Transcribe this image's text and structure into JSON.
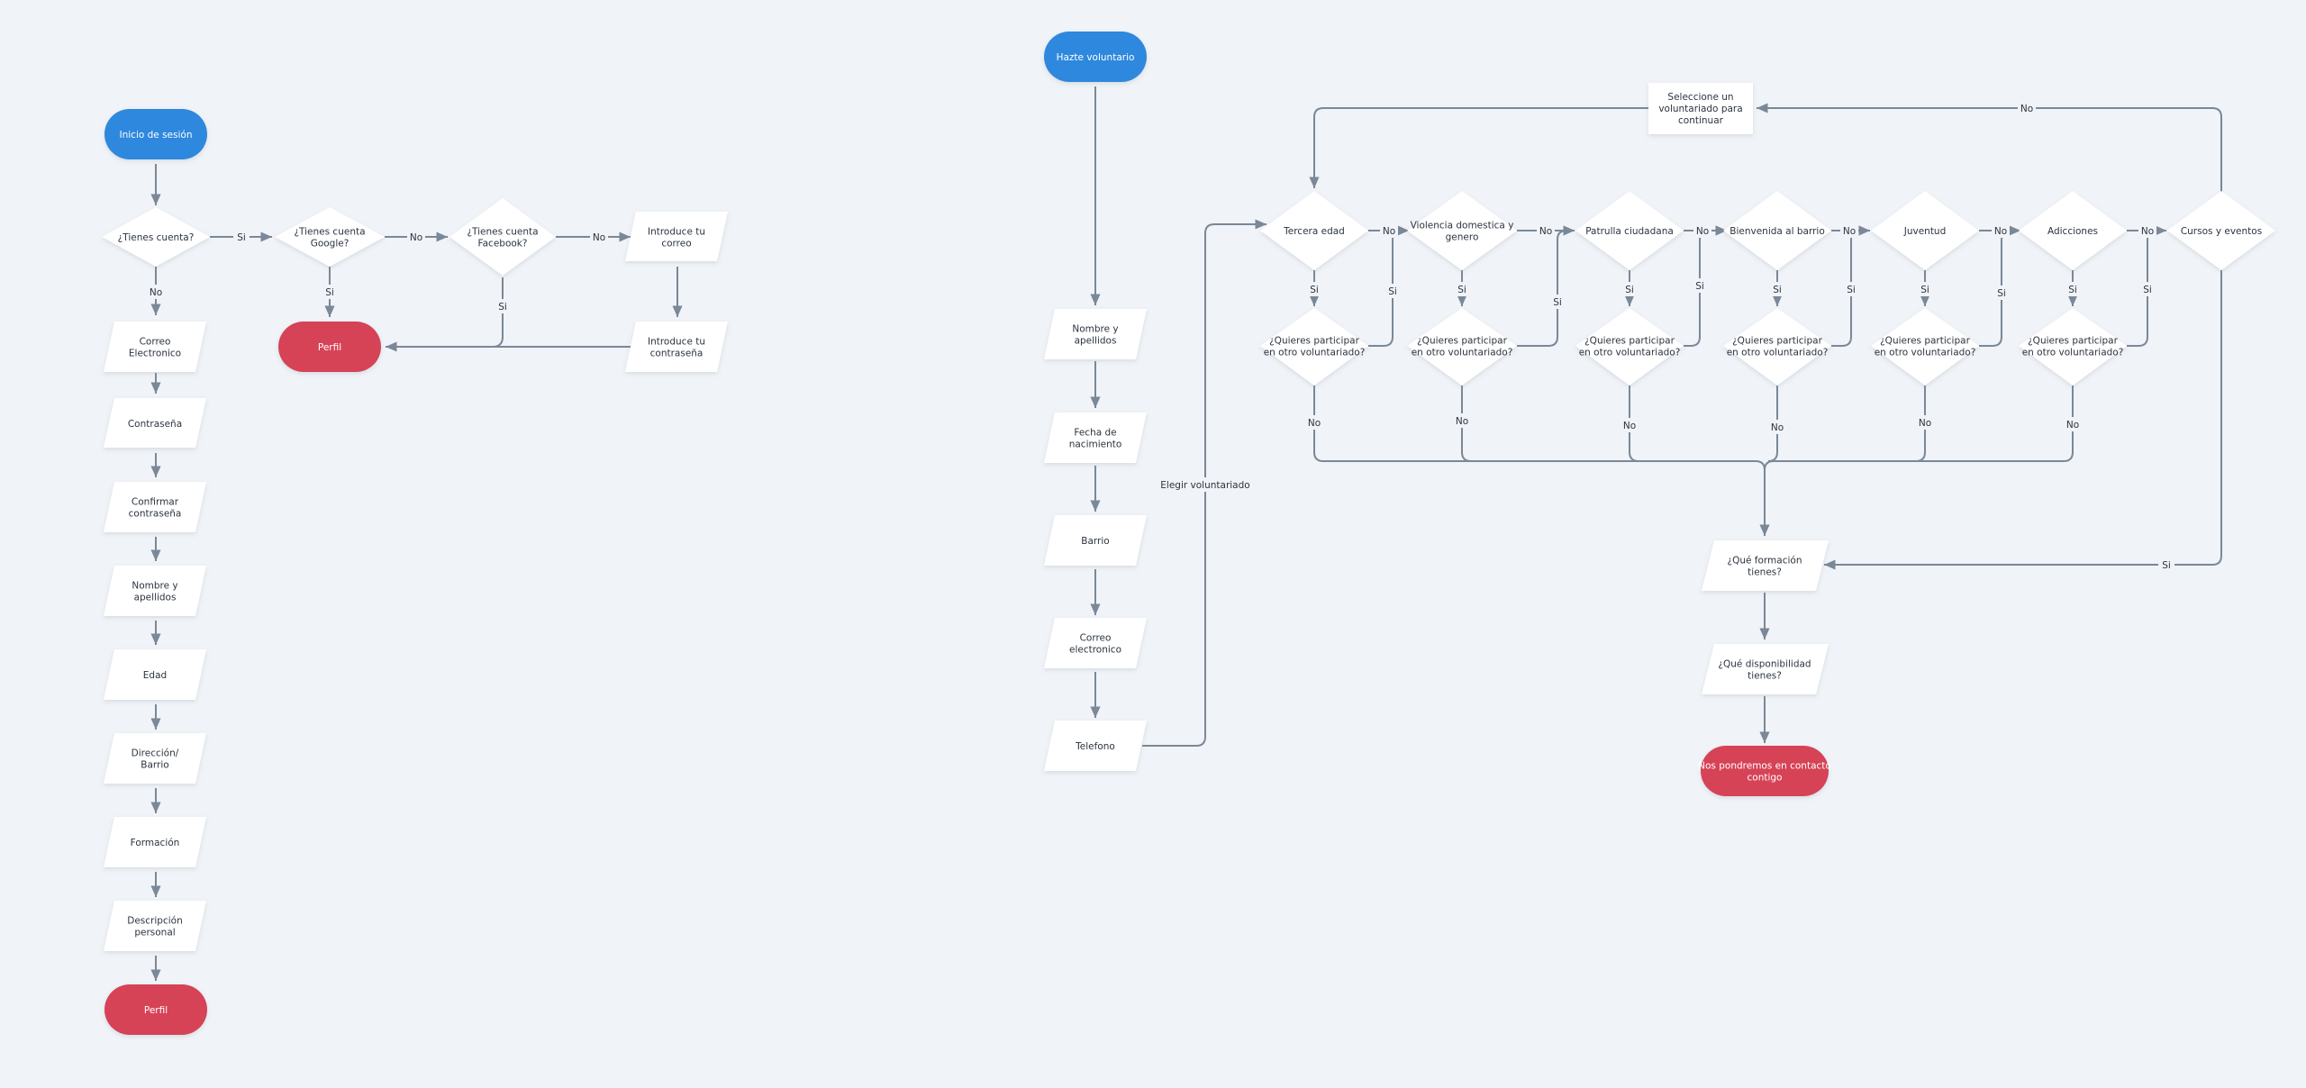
{
  "colors": {
    "background": "#f0f3f7",
    "start_terminal": "#2f88dd",
    "end_terminal": "#d64357",
    "shape_fill": "#ffffff",
    "edge": "#7a8898",
    "text": "#2c3440"
  },
  "nodes": {
    "login_start": "Inicio de sesión",
    "has_account": "¿Tienes cuenta?",
    "has_google": "¿Tienes cuenta Google?",
    "has_facebook": "¿Tienes cuenta Facebook?",
    "enter_email": "Introduce tu correo",
    "enter_password": "Introduce tu contraseña",
    "profile_top": "Perfil",
    "reg_email": "Correo Electronico",
    "reg_password": "Contraseña",
    "reg_confirm": "Confirmar contraseña",
    "reg_name": "Nombre y apellidos",
    "reg_age": "Edad",
    "reg_address": "Dirección/ Barrio",
    "reg_training": "Formación",
    "reg_description": "Descripción personal",
    "profile_bottom": "Perfil",
    "vol_start": "Hazte voluntario",
    "vol_name": "Nombre y apellidos",
    "vol_birth": "Fecha de nacimiento",
    "vol_barrio": "Barrio",
    "vol_email": "Correo electronico",
    "vol_phone": "Telefono",
    "select_volunteer": "Seleccione un voluntariado para continuar",
    "opt_tercera": "Tercera edad",
    "opt_violencia": "Violencia domestica y genero",
    "opt_patrulla": "Patrulla ciudadana",
    "opt_bienvenida": "Bienvenida al barrio",
    "opt_juventud": "Juventud",
    "opt_adicciones": "Adicciones",
    "opt_cursos": "Cursos y eventos",
    "q_other": "¿Quieres participar en otro voluntariado?",
    "q_training": "¿Qué formación tienes?",
    "q_availability": "¿Qué disponibilidad tienes?",
    "contact_end": "Nos pondremos en contacto contigo"
  },
  "labels": {
    "si": "Si",
    "no": "No",
    "elegir": "Elegir voluntariado"
  }
}
